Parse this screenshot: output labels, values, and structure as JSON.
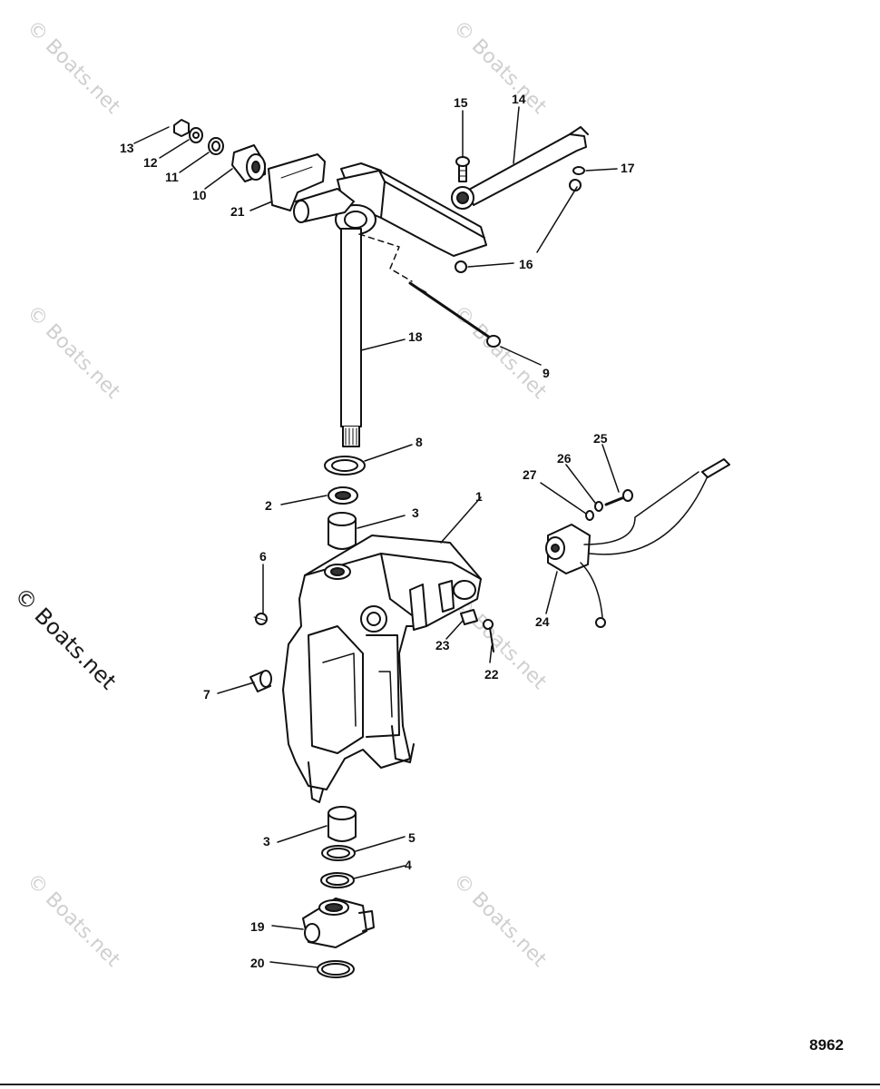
{
  "watermark": {
    "small_text": "© Boats.net",
    "large_text": "© Boats.net"
  },
  "figure_number": "8962",
  "callouts": {
    "c1": "1",
    "c2": "2",
    "c3a": "3",
    "c3b": "3",
    "c4": "4",
    "c5": "5",
    "c6": "6",
    "c7": "7",
    "c8": "8",
    "c9": "9",
    "c10": "10",
    "c11": "11",
    "c12": "12",
    "c13": "13",
    "c14": "14",
    "c15": "15",
    "c16": "16",
    "c17": "17",
    "c18": "18",
    "c19": "19",
    "c20": "20",
    "c21": "21",
    "c22": "22",
    "c23": "23",
    "c24": "24",
    "c25": "25",
    "c26": "26",
    "c27": "27"
  },
  "colors": {
    "line": "#111111",
    "watermark": "#cfcfcf"
  }
}
